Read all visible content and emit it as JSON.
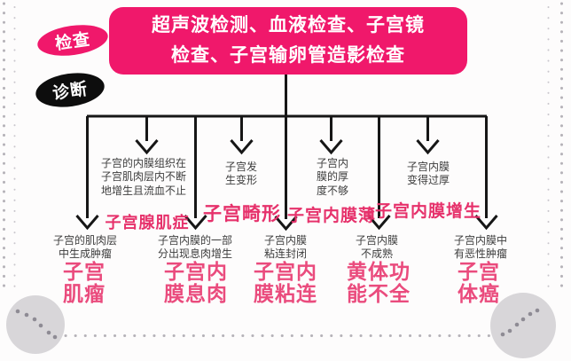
{
  "badges": {
    "exam": "检查",
    "diagnosis": "诊断"
  },
  "exam_box": {
    "text": "超声波检测、血液检查、子宫镜\n检查、子宫输卵管造影检查"
  },
  "diagnoses": {
    "intermediate": [
      {
        "cause": "子宫的内膜组织在\n子宫肌肉层内不断\n地增生且流血不止",
        "name": "子宫腺肌症"
      },
      {
        "cause": "子宫发\n生变形",
        "name": "子宫畸形"
      },
      {
        "cause": "子宫内\n膜的厚\n度不够",
        "name": "子宫内膜薄"
      },
      {
        "cause": "子宫内膜\n变得过厚",
        "name": "子宫内膜增生"
      }
    ],
    "final": [
      {
        "cause": "子宫的肌肉层\n中生成肿瘤",
        "name": "子宫\n肌瘤"
      },
      {
        "cause": "子宫内膜的一部\n分出现息肉增生",
        "name": "子宫内\n膜息肉"
      },
      {
        "cause": "子宫内膜\n粘连封闭",
        "name": "子宫内\n膜粘连"
      },
      {
        "cause": "子宫内膜\n不成熟",
        "name": "黄体功\n能不全"
      },
      {
        "cause": "子宫内膜中\n有恶性肿瘤",
        "name": "子宫\n体癌"
      }
    ]
  },
  "colors": {
    "brand_pink": "#F0186B",
    "label_pink": "#E6316B",
    "big_label_pink": "#EA4B7D",
    "line_black": "#161616",
    "edge_gray": "#b5b2b8",
    "circle_gray": "#d8d6d9"
  }
}
